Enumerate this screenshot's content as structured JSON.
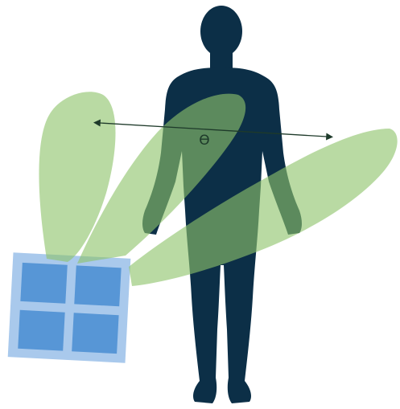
{
  "diagram": {
    "angle_symbol": "ϴ",
    "colors": {
      "background": "#ffffff",
      "person": "#0c2f47",
      "lobe": "#8ec36a",
      "lobe_opacity": 0.62,
      "panel_frame": "#a9c9ec",
      "panel_cell": "#5796d6",
      "arrow": "#1e3a2a"
    },
    "elements": {
      "person": "human-silhouette",
      "panel": "antenna-array-2x2",
      "lobes": [
        "beam-lobe-vertical",
        "beam-lobe-diagonal",
        "beam-lobe-horizontal"
      ],
      "arrow": "double-headed-arrow"
    }
  }
}
